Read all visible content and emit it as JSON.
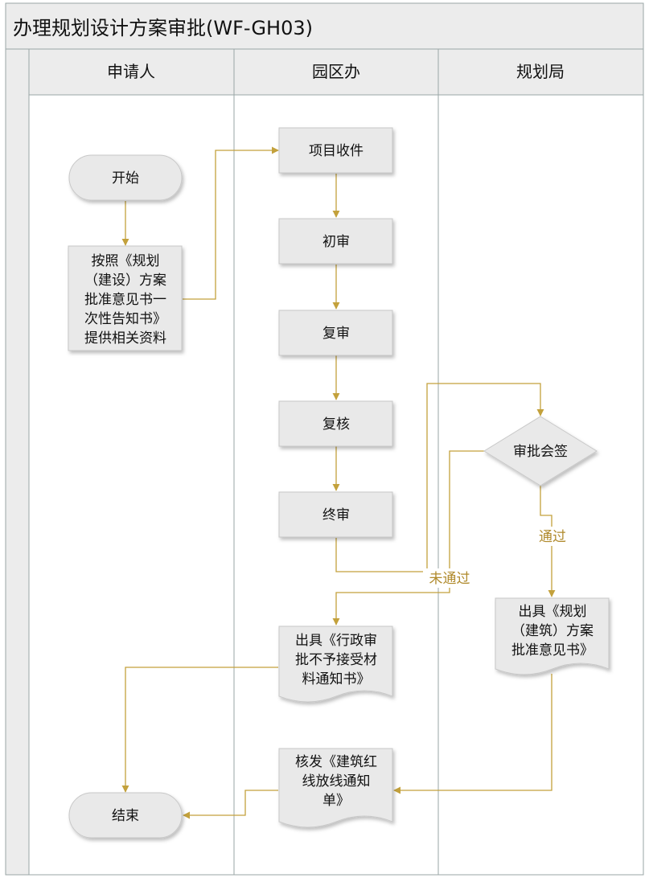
{
  "title": "办理规划设计方案审批(WF-GH03)",
  "lanes": [
    "申请人",
    "园区办",
    "规划局"
  ],
  "nodes": {
    "start": "开始",
    "submit": [
      "按照《规划",
      "（建设）方案",
      "批准意见书一",
      "次性告知书》",
      "提供相关资料"
    ],
    "receive": "项目收件",
    "first_review": "初审",
    "second_review": "复审",
    "recheck": "复核",
    "final_review": "终审",
    "countersign": "审批会签",
    "reject_notice": [
      "出具《行政审",
      "批不予接受材",
      "料通知书》"
    ],
    "approval_doc": [
      "出具《规划",
      "（建筑）方案",
      "批准意见书》"
    ],
    "redline_notice": [
      "核发《建筑红",
      "线放线通知",
      "单》"
    ],
    "end": "结束"
  },
  "edge_labels": {
    "pass": "通过",
    "fail": "未通过"
  },
  "colors": {
    "connector": "#c3a13c",
    "edge_label": "#b08a2c",
    "node_fill": "#e9e9e9",
    "node_stroke": "#c8c8c8",
    "lane_line": "#9aa6a6",
    "header_fill": "#ececec"
  }
}
